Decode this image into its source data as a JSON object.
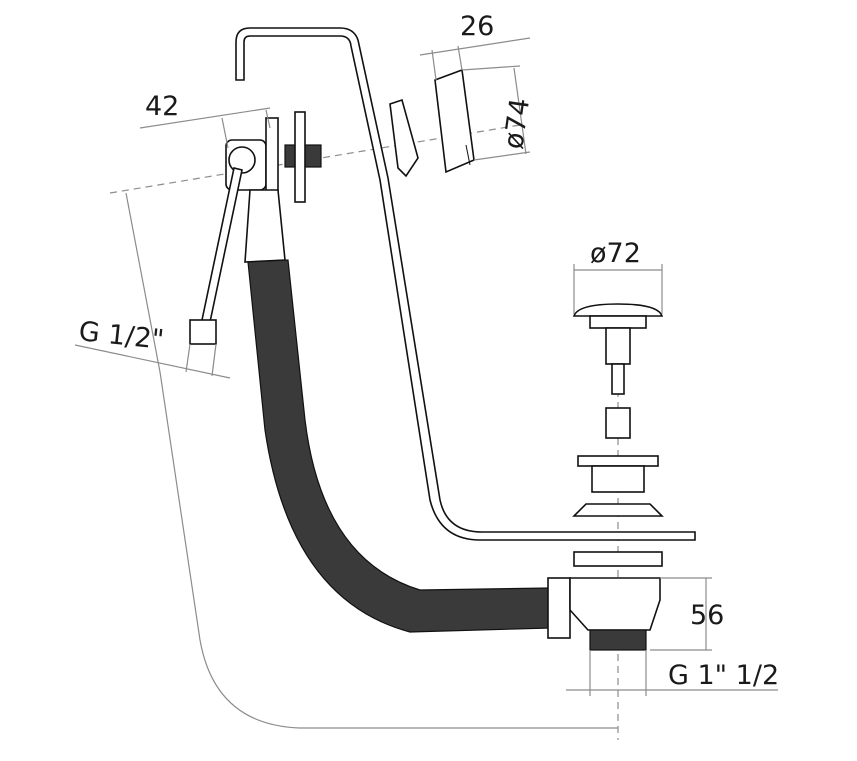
{
  "dimensions": {
    "flange_depth": "26",
    "cover_diameter": "ø74",
    "overflow_offset": "42",
    "supply_thread": "G 1/2\"",
    "plug_diameter": "ø72",
    "trap_height": "56",
    "outlet_thread": "G 1\" 1/2"
  },
  "colors": {
    "line": "#111111",
    "dimension": "#8c8c8c",
    "hose": "#3a3a3a"
  }
}
